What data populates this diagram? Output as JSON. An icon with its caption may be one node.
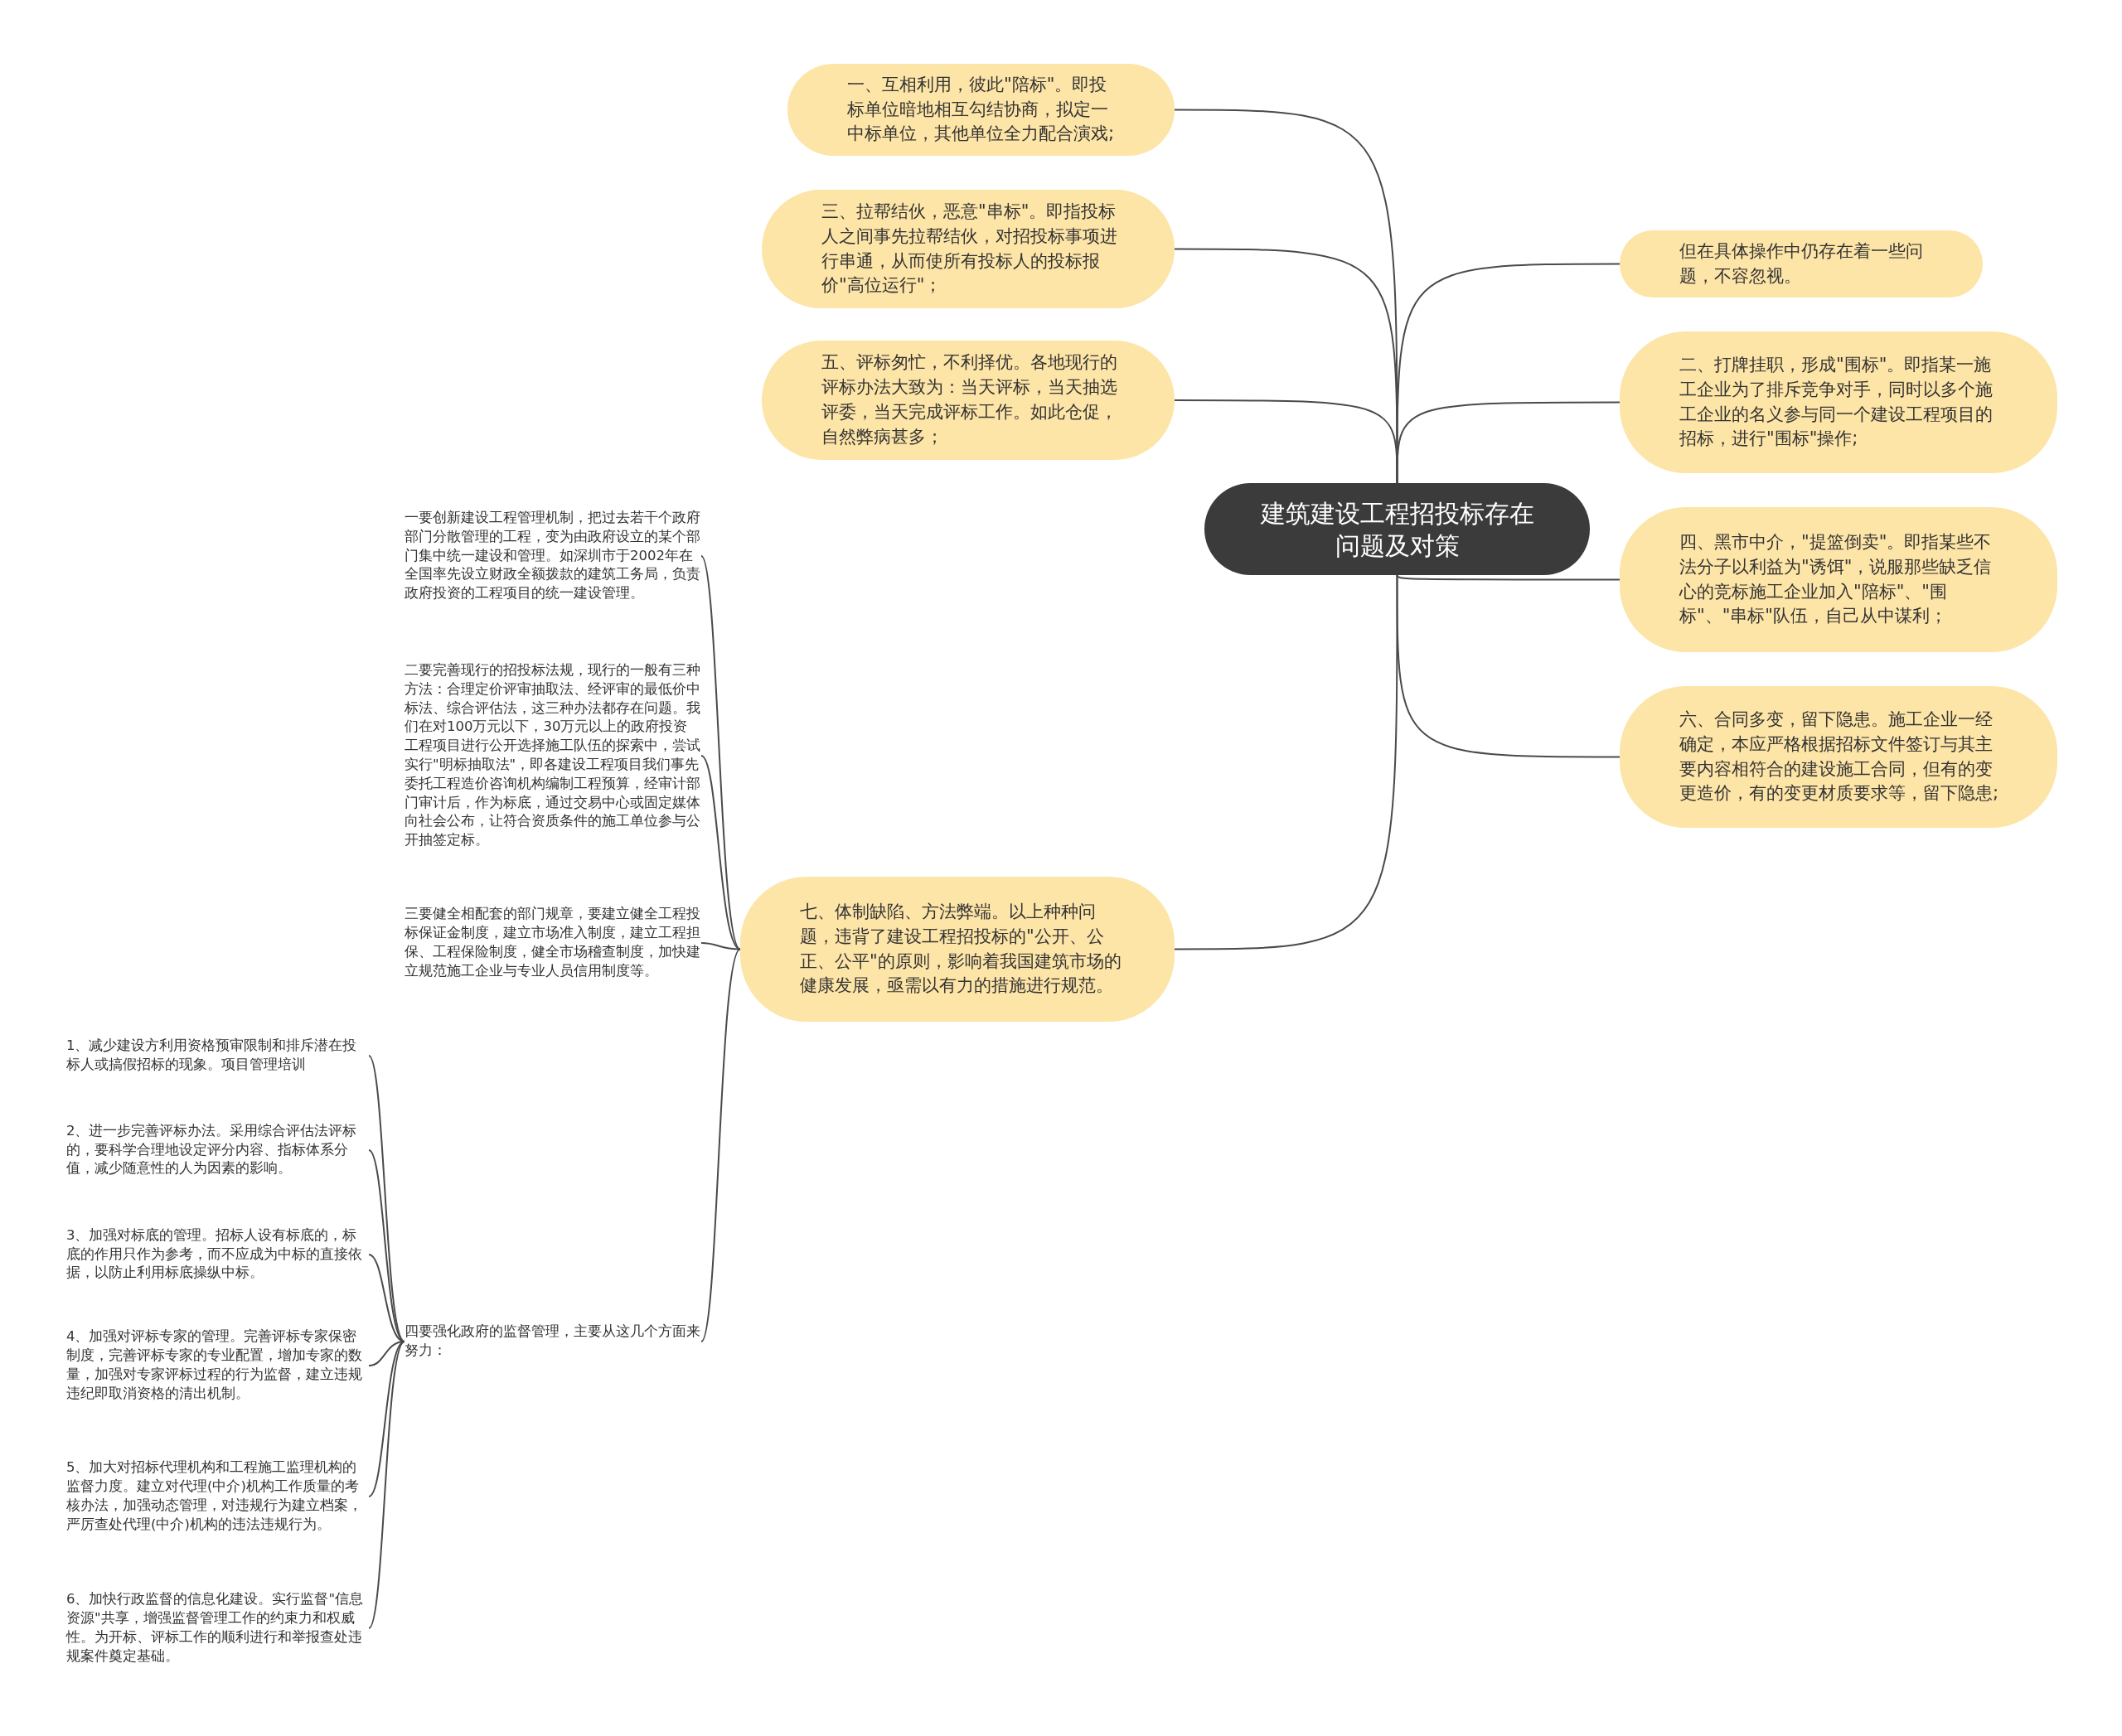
{
  "diagram": {
    "nodes": [
      {
        "text": [
          "建筑建设工程招投标存在问题及对策"
        ]
      },
      {
        "text": [
          "一、互相利用，彼此\"陪标\"。即投标单位暗地相互勾结协商，拟定一中标单位，其他单位全力配合演戏;"
        ]
      },
      {
        "text": [
          "三、拉帮结伙，恶意\"串标\"。即指投标人之间事先拉帮结伙，对招投标事项进行串通，从而使所有投标人的投标报价\"高位运行\"；"
        ]
      },
      {
        "text": [
          "五、评标匆忙，不利择优。各地现行的评标办法大致为：当天评标，当天抽选评委，当天完成评标工作。如此仓促，自然弊病甚多；"
        ]
      },
      {
        "text": [
          "七、体制缺陷、方法弊端。以上种种问题，违背了建设工程招投标的\"公开、公正、公平\"的原则，影响着我国建筑市场的健康发展，亟需以有力的措施进行规范。"
        ]
      },
      {
        "text": [
          "但在具体操作中仍存在着一些问题，不容忽视。"
        ]
      },
      {
        "text": [
          "二、打牌挂职，形成\"围标\"。即指某一施工企业为了排斥竞争对手，同时以多个施工企业的名义参与同一个建设工程项目的招标，进行\"围标\"操作;"
        ]
      },
      {
        "text": [
          "四、黑市中介，\"提篮倒卖\"。即指某些不法分子以利益为\"诱饵\"，说服那些缺乏信心的竞标施工企业加入\"陪标\"、\"围标\"、\"串标\"队伍，自己从中谋利；"
        ]
      },
      {
        "text": [
          "六、合同多变，留下隐患。施工企业一经确定，本应严格根据招标文件签订与其主要内容相符合的建设施工合同，但有的变更造价，有的变更材质要求等，留下隐患;"
        ]
      },
      {
        "text": [
          "一要创新建设工程管理机制，把过去若干个政府部门分散管理的工程，变为由政府设立的某个部门集中统一建设和管理。如深圳市于2002年在全国率先设立财政全额拨款的建筑工务局，负责政府投资的工程项目的统一建设管理。"
        ]
      },
      {
        "text": [
          "二要完善现行的招投标法规，现行的一般有三种方法：合理定价评审抽取法、经评审的最低价中标法、综合评估法，这三种办法都存在问题。我们在对100万元以下，30万元以上的政府投资工程项目进行公开选择施工队伍的探索中，尝试实行\"明标抽取法\"，即各建设工程项目我们事先委托工程造价咨询机构编制工程预算，经审计部门审计后，作为标底，通过交易中心或固定媒体向社会公布，让符合资质条件的施工单位参与公开抽签定标。"
        ]
      },
      {
        "text": [
          "三要健全相配套的部门规章，要建立健全工程投标保证金制度，建立市场准入制度，建立工程担保、工程保险制度，健全市场稽查制度，加快建立规范施工企业与专业人员信用制度等。"
        ]
      },
      {
        "text": [
          "四要强化政府的监督管理，主要从这几个方面来努力："
        ]
      },
      {
        "text": [
          "1、减少建设方利用资格预审限制和排斥潜在投标人或搞假招标的现象。项目管理培训"
        ]
      },
      {
        "text": [
          "2、进一步完善评标办法。采用综合评估法评标的，要科学合理地设定评分内容、指标体系分值，减少随意性的人为因素的影响。"
        ]
      },
      {
        "text": [
          "3、加强对标底的管理。招标人设有标底的，标底的作用只作为参考，而不应成为中标的直接依据，以防止利用标底操纵中标。"
        ]
      },
      {
        "text": [
          "4、加强对评标专家的管理。完善评标专家保密制度，完善评标专家的专业配置，增加专家的数量，加强对专家评标过程的行为监督，建立违规违纪即取消资格的清出机制。"
        ]
      },
      {
        "text": [
          "5、加大对招标代理机构和工程施工监理机构的监督力度。建立对代理(中介)机构工作质量的考核办法，加强动态管理，对违规行为建立档案，严厉查处代理(中介)机构的违法违规行为。"
        ]
      },
      {
        "text": [
          "6、加快行政监督的信息化建设。实行监督\"信息资源\"共享，增强监督管理工作的约束力和权威性。为开标、评标工作的顺利进行和举报查处违规案件奠定基础。"
        ]
      }
    ],
    "edges": [
      {
        "from": 0,
        "to": 1,
        "arrow": "none"
      },
      {
        "from": 0,
        "to": 2,
        "arrow": "none"
      },
      {
        "from": 0,
        "to": 3,
        "arrow": "none"
      },
      {
        "from": 0,
        "to": 4,
        "arrow": "none"
      },
      {
        "from": 0,
        "to": 5,
        "arrow": "none"
      },
      {
        "from": 0,
        "to": 6,
        "arrow": "none"
      },
      {
        "from": 0,
        "to": 7,
        "arrow": "none"
      },
      {
        "from": 0,
        "to": 8,
        "arrow": "none"
      },
      {
        "from": 4,
        "to": 9,
        "arrow": "none"
      },
      {
        "from": 4,
        "to": 10,
        "arrow": "none"
      },
      {
        "from": 4,
        "to": 11,
        "arrow": "none"
      },
      {
        "from": 4,
        "to": 12,
        "arrow": "none"
      },
      {
        "from": 12,
        "to": 13,
        "arrow": "none"
      },
      {
        "from": 12,
        "to": 14,
        "arrow": "none"
      },
      {
        "from": 12,
        "to": 15,
        "arrow": "none"
      },
      {
        "from": 12,
        "to": 16,
        "arrow": "none"
      },
      {
        "from": 12,
        "to": 17,
        "arrow": "none"
      },
      {
        "from": 12,
        "to": 18,
        "arrow": "none"
      }
    ]
  }
}
